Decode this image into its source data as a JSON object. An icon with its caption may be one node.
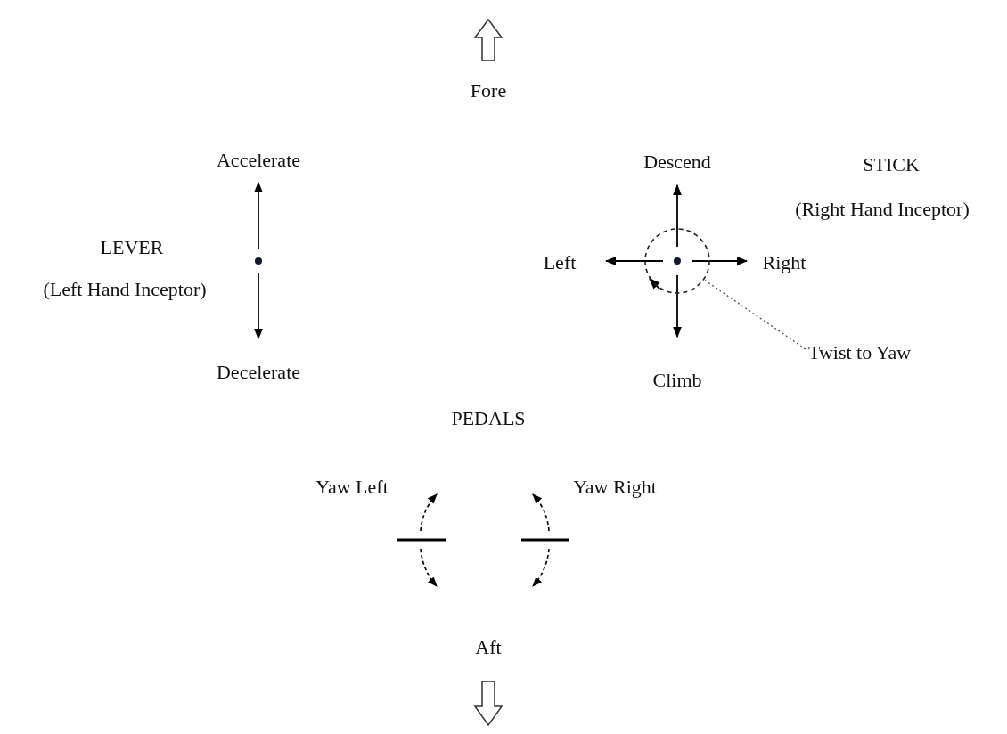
{
  "diagram": {
    "nodes": [
      {
        "text": [
          "Twist to Yaw"
        ]
      },
      {
        "text": [],
        "shape": "circle"
      }
    ],
    "edges": [
      {
        "from": 0,
        "to": 1,
        "arrow": "none",
        "style": "dashed"
      }
    ],
    "labels": [
      "Fore",
      "Accelerate",
      "Descend",
      "STICK",
      "(Right Hand Inceptor)",
      "LEVER",
      "(Left Hand Inceptor)",
      "Left",
      "Right",
      "Decelerate",
      "Climb",
      "PEDALS",
      "Yaw Left",
      "Yaw Right",
      "Aft"
    ]
  }
}
